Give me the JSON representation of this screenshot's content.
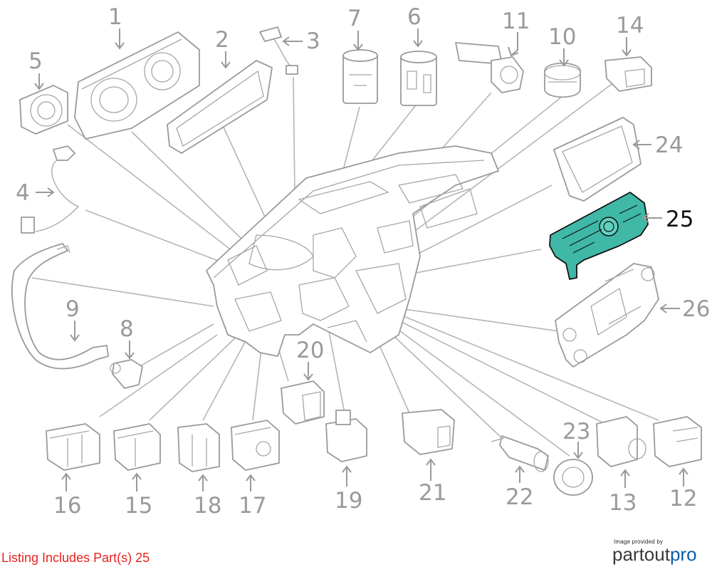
{
  "diagram": {
    "callouts": [
      {
        "id": "1",
        "label": "1"
      },
      {
        "id": "2",
        "label": "2"
      },
      {
        "id": "3",
        "label": "3"
      },
      {
        "id": "4",
        "label": "4"
      },
      {
        "id": "5",
        "label": "5"
      },
      {
        "id": "6",
        "label": "6"
      },
      {
        "id": "7",
        "label": "7"
      },
      {
        "id": "8",
        "label": "8"
      },
      {
        "id": "9",
        "label": "9"
      },
      {
        "id": "10",
        "label": "10"
      },
      {
        "id": "11",
        "label": "11"
      },
      {
        "id": "12",
        "label": "12"
      },
      {
        "id": "13",
        "label": "13"
      },
      {
        "id": "14",
        "label": "14"
      },
      {
        "id": "15",
        "label": "15"
      },
      {
        "id": "16",
        "label": "16"
      },
      {
        "id": "17",
        "label": "17"
      },
      {
        "id": "18",
        "label": "18"
      },
      {
        "id": "19",
        "label": "19"
      },
      {
        "id": "20",
        "label": "20"
      },
      {
        "id": "21",
        "label": "21"
      },
      {
        "id": "22",
        "label": "22"
      },
      {
        "id": "23",
        "label": "23"
      },
      {
        "id": "24",
        "label": "24"
      },
      {
        "id": "25",
        "label": "25",
        "highlighted": true
      },
      {
        "id": "26",
        "label": "26"
      }
    ],
    "highlight_color": "#3fb8a8",
    "label_color": "#9a9a9a",
    "highlight_label_color": "#111111"
  },
  "footer": {
    "listing_note": "Listing Includes Part(s) 25",
    "listing_color": "#e8231f",
    "credit_text": "Image provided by",
    "brand_part1": "partout",
    "brand_part2": "pro"
  }
}
